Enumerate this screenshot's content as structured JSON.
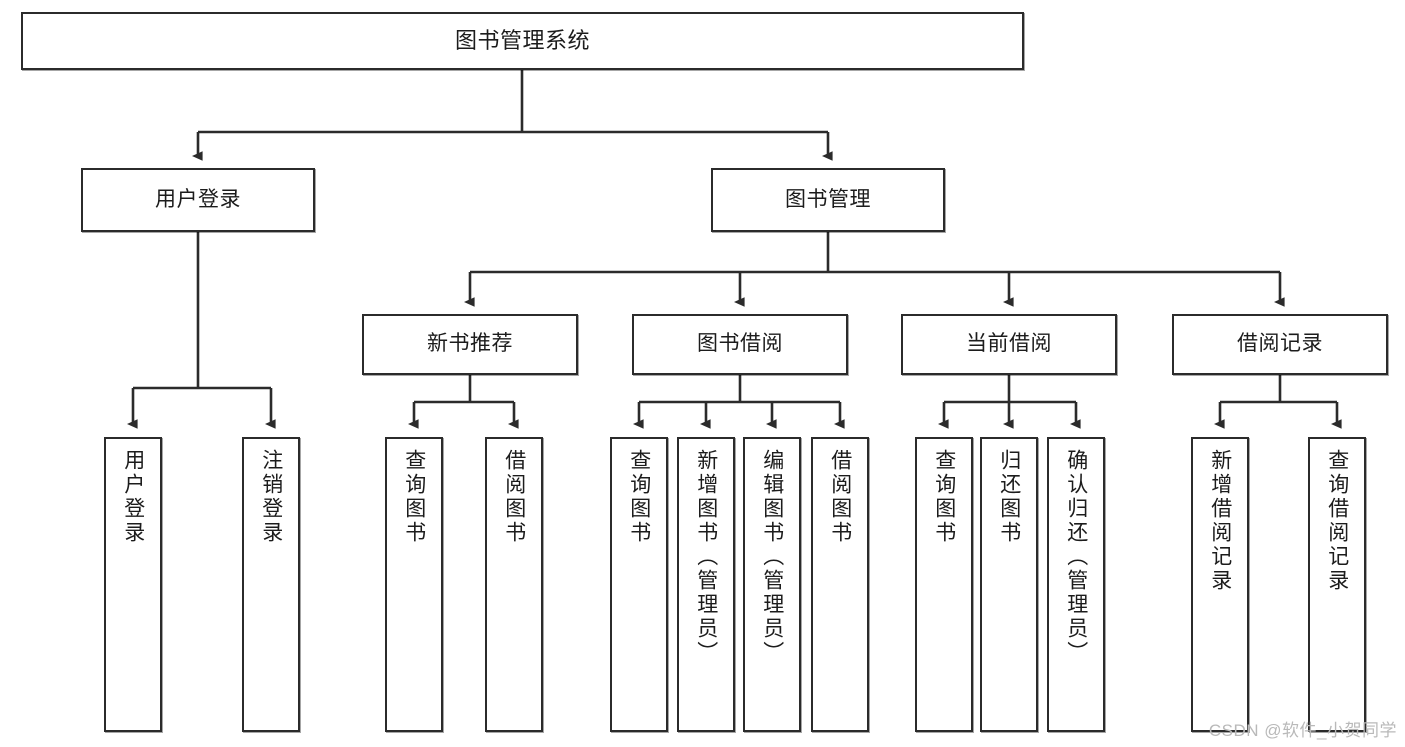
{
  "diagram": {
    "title": "图书管理系统",
    "type": "tree",
    "colors": {
      "stroke": "#2b2b2b",
      "fill": "#ffffff",
      "text": "#1c1c1c",
      "watermark": "#b9b9b9"
    },
    "root": {
      "label": "图书管理系统"
    },
    "level2": [
      {
        "label": "用户登录"
      },
      {
        "label": "图书管理"
      }
    ],
    "level3": [
      {
        "label": "新书推荐"
      },
      {
        "label": "图书借阅"
      },
      {
        "label": "当前借阅"
      },
      {
        "label": "借阅记录"
      }
    ],
    "leaves": {
      "user_login": [
        {
          "label": "用户登录"
        },
        {
          "label": "注销登录"
        }
      ],
      "new_book_recommend": [
        {
          "label": "查询图书"
        },
        {
          "label": "借阅图书"
        }
      ],
      "book_borrow": [
        {
          "label": "查询图书"
        },
        {
          "label": "新增图书（管理员）"
        },
        {
          "label": "编辑图书（管理员）"
        },
        {
          "label": "借阅图书"
        }
      ],
      "current_borrow": [
        {
          "label": "查询图书"
        },
        {
          "label": "归还图书"
        },
        {
          "label": "确认归还（管理员）"
        }
      ],
      "borrow_record": [
        {
          "label": "新增借阅记录"
        },
        {
          "label": "查询借阅记录"
        }
      ]
    },
    "watermark": "CSDN @软件_小贺同学"
  }
}
